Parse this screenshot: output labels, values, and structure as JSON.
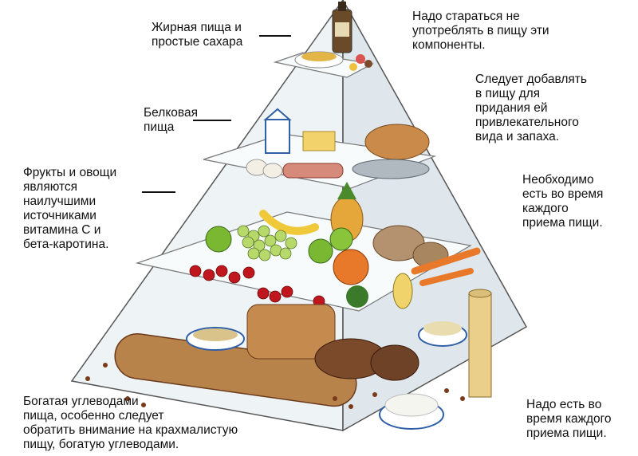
{
  "labels": {
    "left": {
      "fats_sugars": "Жирная пища и\nпростые сахара",
      "protein": "Белковая\nпища",
      "fruits_vegetables": "Фрукты и овощи\nявляются\nнаилучшими\nисточниками\nвитамина С и\nбета-каротина.",
      "carbohydrates": "Богатая углеводами\nпища, особенно следует\nобратить внимание на крахмалистую\nпищу, богатую углеводами."
    },
    "right": {
      "fats_sugars": "Надо стараться не\nупотреблять в пищу эти\nкомпоненты.",
      "protein": "Следует добавлять\nв пищу для\nпридания ей\nпривлекательного\nвида и запаха.",
      "fruits_vegetables": "Необходимо\nесть во время\nкаждого\nприема пищи.",
      "carbohydrates": "Надо есть во\nвремя каждого\nприема пищи."
    }
  },
  "colors": {
    "pyramid_face_left": "#eef3f6",
    "pyramid_face_right": "#dfe7ec",
    "shelf": "#f8fbfc",
    "outline": "#555555",
    "bread": "#b8834b",
    "fruit_red": "#c0171f",
    "fruit_green": "#7bb832",
    "grape": "#b7d96a",
    "orange": "#e8782a",
    "banana": "#f0c93a",
    "meat": "#d58a7a",
    "fish": "#b0b8c0",
    "milk_box": "#2f5fa8"
  }
}
